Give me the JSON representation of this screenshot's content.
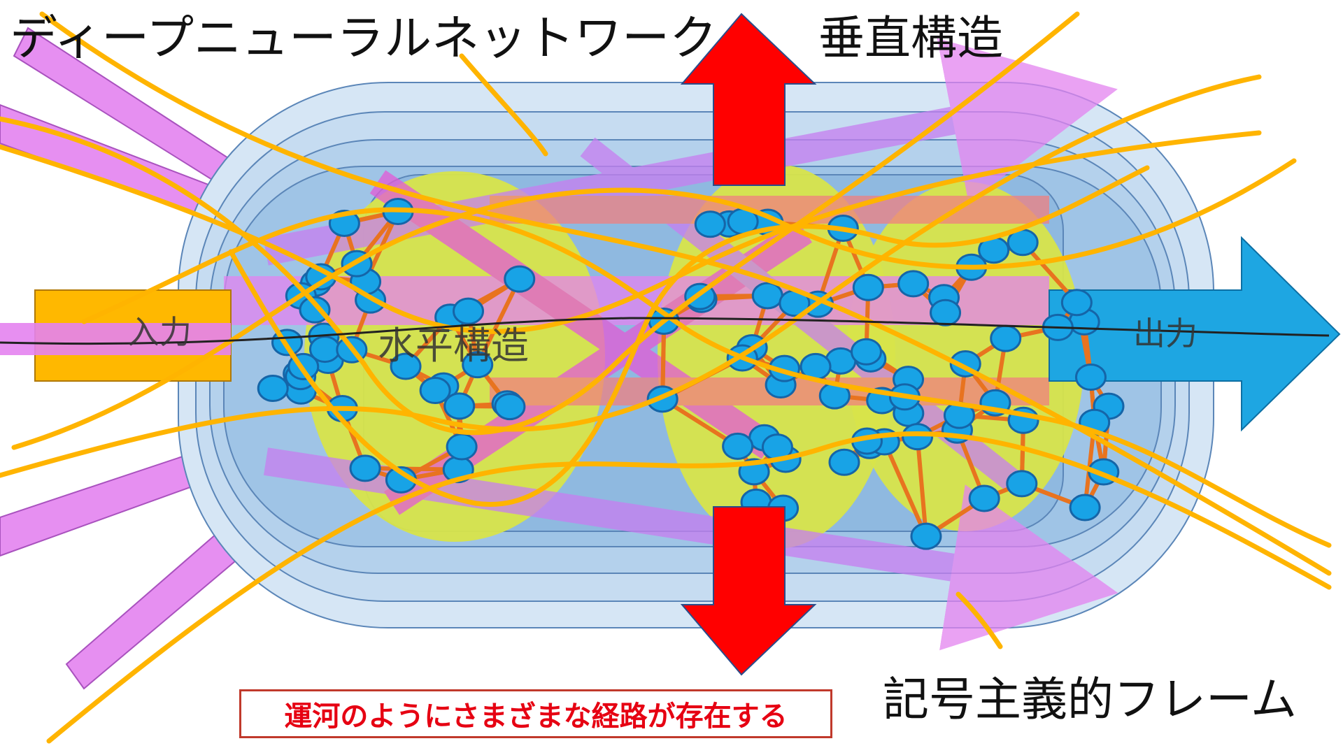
{
  "labels": {
    "dnn": "ディープニューラルネットワーク",
    "vertical": "垂直構造",
    "symbolic": "記号主義的フレーム",
    "caption": "運河のようにさまざまな経路が存在する",
    "input": "入力",
    "horizontal": "水平構造",
    "output": "出力"
  },
  "colors": {
    "frame_outer": "#d6e6f5",
    "frame_mid": "#bcd5ee",
    "frame_inner": "#9fc4e6",
    "frame_stroke": "#5b86b8",
    "core_green": "#d8e44a",
    "node_fill": "#18a3e6",
    "node_stroke": "#1565a8",
    "edge": "#e8731f",
    "path_orange": "#ffb400",
    "red_arrow": "#ff0000",
    "pink_arrow": "#e483f0",
    "output_arrow": "#1ea6e2",
    "input_bar": "#ffb800",
    "caption_red": "#e60012"
  }
}
